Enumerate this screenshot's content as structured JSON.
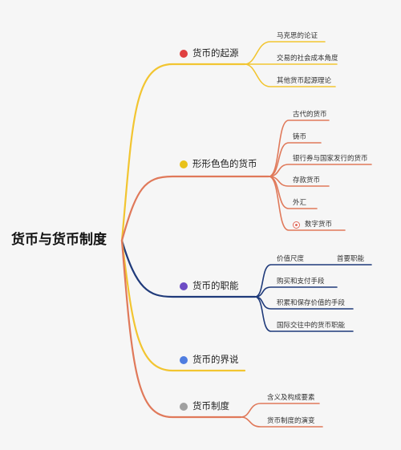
{
  "root": "货币与货币制度",
  "colors": {
    "yellow": "#f2c531",
    "orange": "#e0795a",
    "navy": "#1f3a7a",
    "dot_red": "#e04040",
    "dot_yellow": "#e9c21a",
    "dot_purple": "#6c4bc4",
    "dot_blue": "#4f7de0",
    "dot_gray": "#a0a0a0"
  },
  "branches": [
    {
      "label": "货币的起源",
      "children": [
        "马克思的论证",
        "交易的社会成本角度",
        "其他货币起源理论"
      ]
    },
    {
      "label": "形形色色的货币",
      "children": [
        "古代的货币",
        "铸币",
        "银行券与国家发行的货币",
        "存款货币",
        "外汇",
        "数字货币"
      ]
    },
    {
      "label": "货币的职能",
      "children": [
        "价值尺度",
        "购买和支付手段",
        "积累和保存价值的手段",
        "国际交往中的货币职能"
      ],
      "note": "首要职能"
    },
    {
      "label": "货币的界说",
      "children": []
    },
    {
      "label": "货币制度",
      "children": [
        "含义及构成要素",
        "货币制度的演变"
      ]
    }
  ]
}
